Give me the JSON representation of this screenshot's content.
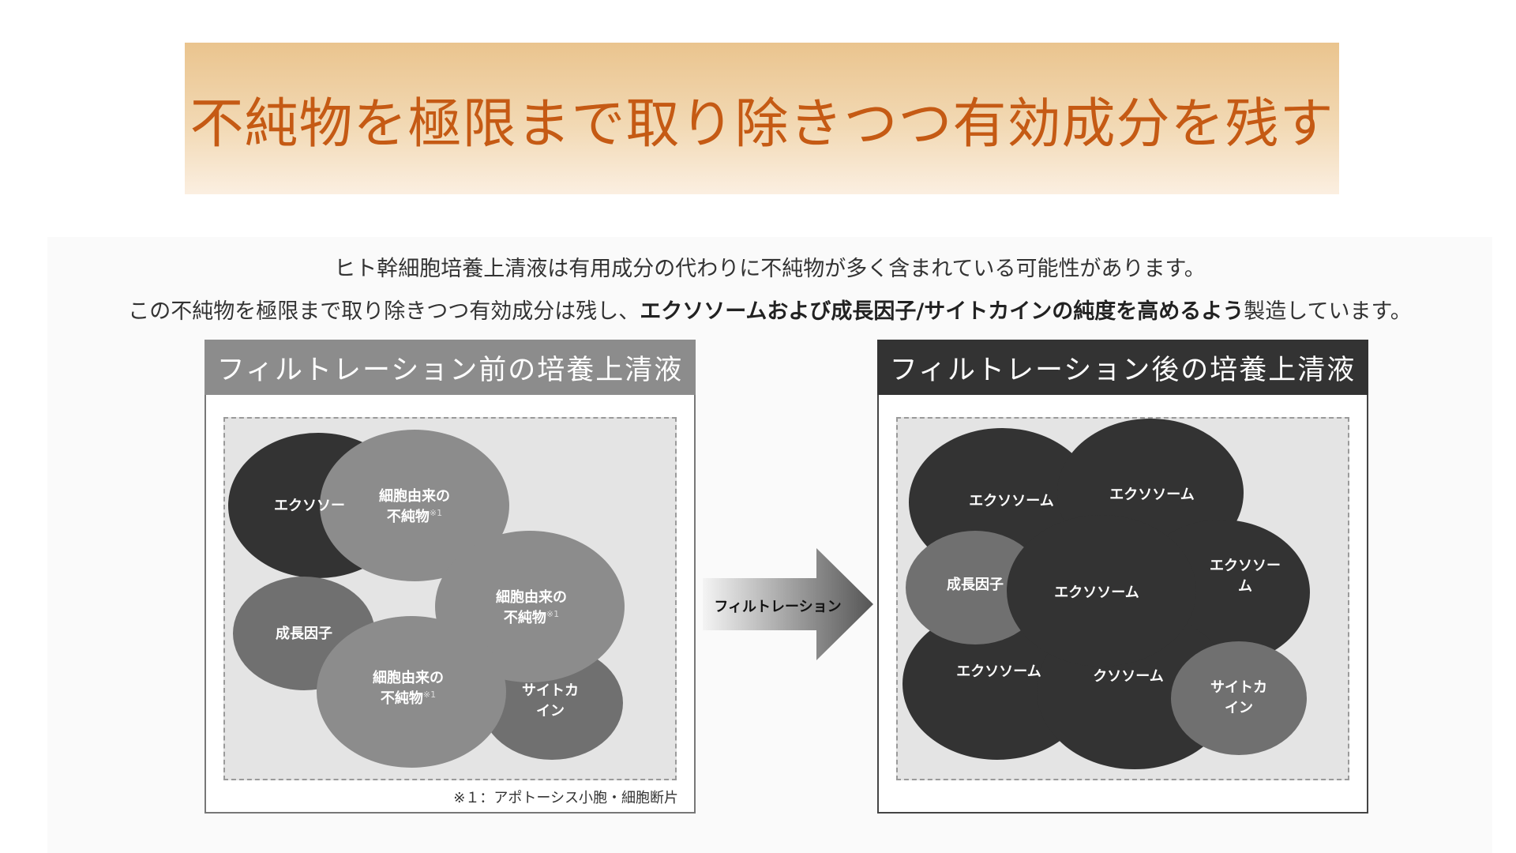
{
  "banner": {
    "title": "不純物を極限まで取り除きつつ有効成分を残す"
  },
  "intro": {
    "line1": "ヒト幹細胞培養上清液は有用成分の代わりに不純物が多く含まれている可能性があります。",
    "line2_pre": "この不純物を極限まで取り除きつつ有効成分は残し、",
    "line2_bold": "エクソソームおよび成長因子/サイトカインの純度を高めるよう",
    "line2_post": "製造しています。"
  },
  "before_box": {
    "title": "フィルトレーション前の培養上清液",
    "footnote": "※１：アポトーシス小胞・細胞断片",
    "labels": {
      "exosome": "エクソソー",
      "impurity_a": "細胞由来の",
      "impurity_b": "不純物",
      "footnote_mark": "※1",
      "growth_factor": "成長因子",
      "cytokine_1": "サイトカ",
      "cytokine_2": "イン"
    }
  },
  "arrow": {
    "label": "フィルトレーション"
  },
  "after_box": {
    "title": "フィルトレーション後の培養上清液",
    "labels": {
      "exosome": "エクソソーム",
      "exosome_trunc": "エクソソーム",
      "exosome_split_1": "エクソソー",
      "exosome_split_2": "ム",
      "exosome_cut": "クソソーム",
      "growth_factor": "成長因子",
      "cytokine_1": "サイトカ",
      "cytokine_2": "イン"
    }
  },
  "colors": {
    "banner_title": "#c55a14",
    "dark_blob": "#333333",
    "mid_blob": "#707070",
    "light_blob": "#8c8c8c",
    "inner_bg": "#e4e4e4"
  }
}
